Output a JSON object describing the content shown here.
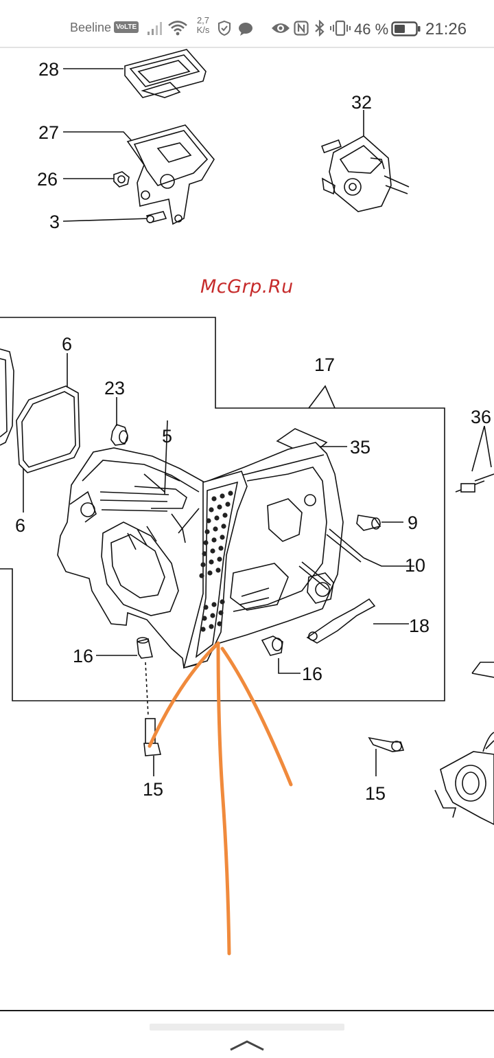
{
  "status_bar": {
    "carrier": "Beeline",
    "volte_badge": "VoLTE",
    "speed_value": "2,7",
    "speed_unit": "K/s",
    "battery_percent": "46 %",
    "time": "21:26",
    "icons": [
      "signal-icon",
      "wifi-icon",
      "shield-icon",
      "chat-icon",
      "eye-icon",
      "nfc-icon",
      "bluetooth-icon",
      "vibrate-icon",
      "battery-icon"
    ]
  },
  "watermark": "McGrp.Ru",
  "diagram": {
    "part_numbers": {
      "p28": "28",
      "p27": "27",
      "p26": "26",
      "p3": "3",
      "p32": "32",
      "p6_top": "6",
      "p6_bottom": "6",
      "p23": "23",
      "p5": "5",
      "p17": "17",
      "p35": "35",
      "p36": "36",
      "p9": "9",
      "p10": "10",
      "p18": "18",
      "p16_left": "16",
      "p16_right": "16",
      "p15_left": "15",
      "p15_right": "15"
    },
    "annotation_color": "#f08a3c"
  }
}
